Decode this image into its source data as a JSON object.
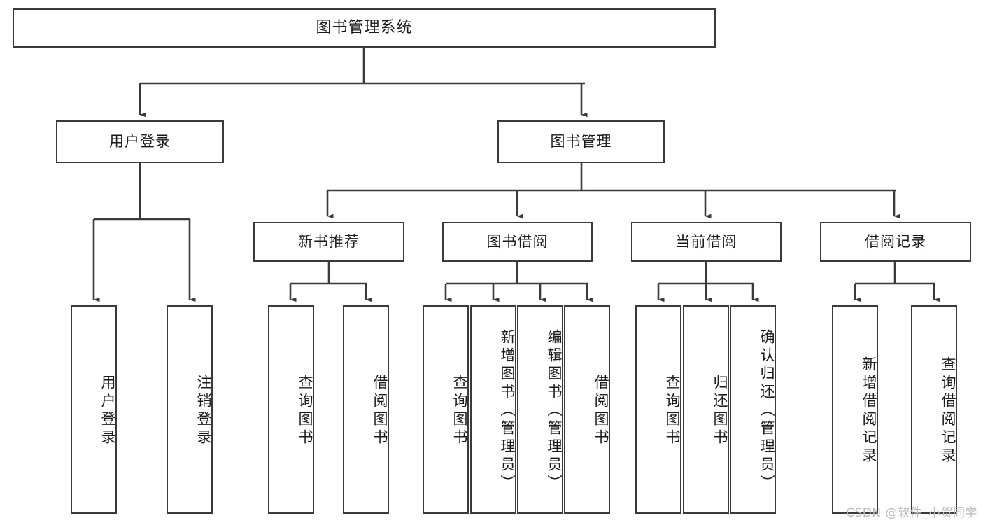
{
  "diagram": {
    "type": "tree",
    "title": "图书管理系统",
    "orientation": "top-down",
    "colors": {
      "node_border": "#3a3a3a",
      "node_fill": "#ffffff",
      "connector": "#3a3a3a",
      "text": "#1a1a1a",
      "watermark": "#b9b9b9",
      "background": "#ffffff"
    },
    "root": {
      "label": "图书管理系统"
    },
    "level2": [
      {
        "label": "用户登录"
      },
      {
        "label": "图书管理"
      }
    ],
    "level3": [
      {
        "label": "新书推荐"
      },
      {
        "label": "图书借阅"
      },
      {
        "label": "当前借阅"
      },
      {
        "label": "借阅记录"
      }
    ],
    "leaves": {
      "user_login": [
        {
          "label": "用户登录"
        },
        {
          "label": "注销登录"
        }
      ],
      "new_book_recommend": [
        {
          "label": "查询图书"
        },
        {
          "label": "借阅图书"
        }
      ],
      "book_borrow": [
        {
          "label": "查询图书"
        },
        {
          "label": "新增图书（管理员）"
        },
        {
          "label": "编辑图书（管理员）"
        },
        {
          "label": "借阅图书"
        }
      ],
      "current_borrow": [
        {
          "label": "查询图书"
        },
        {
          "label": "归还图书"
        },
        {
          "label": "确认归还（管理员）"
        }
      ],
      "borrow_record": [
        {
          "label": "新增借阅记录"
        },
        {
          "label": "查询借阅记录"
        }
      ]
    }
  },
  "watermark": {
    "text": "CSDN @软件_小贺同学"
  }
}
